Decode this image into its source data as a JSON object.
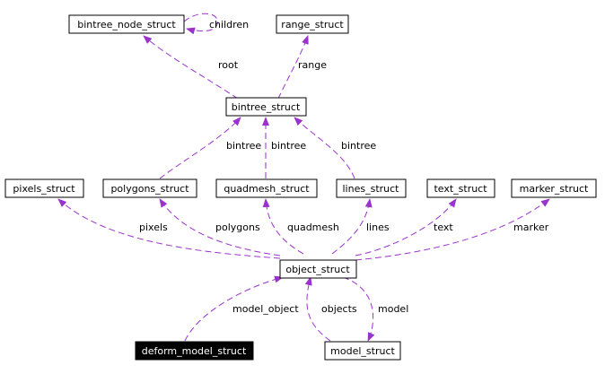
{
  "colors": {
    "edge": "#9a32cd",
    "node_border": "#000000",
    "highlight_fill": "#000000",
    "highlight_text": "#ffffff"
  },
  "nodes": {
    "bintree_node_struct": {
      "label": "bintree_node_struct"
    },
    "range_struct": {
      "label": "range_struct"
    },
    "bintree_struct": {
      "label": "bintree_struct"
    },
    "pixels_struct": {
      "label": "pixels_struct"
    },
    "polygons_struct": {
      "label": "polygons_struct"
    },
    "quadmesh_struct": {
      "label": "quadmesh_struct"
    },
    "lines_struct": {
      "label": "lines_struct"
    },
    "text_struct": {
      "label": "text_struct"
    },
    "marker_struct": {
      "label": "marker_struct"
    },
    "object_struct": {
      "label": "object_struct"
    },
    "deform_model_struct": {
      "label": "deform_model_struct"
    },
    "model_struct": {
      "label": "model_struct"
    }
  },
  "edges": {
    "children": {
      "from": "bintree_node_struct",
      "to": "bintree_node_struct",
      "label": "children"
    },
    "root": {
      "from": "bintree_struct",
      "to": "bintree_node_struct",
      "label": "root"
    },
    "range": {
      "from": "bintree_struct",
      "to": "range_struct",
      "label": "range"
    },
    "bintree_polygons": {
      "from": "polygons_struct",
      "to": "bintree_struct",
      "label": "bintree"
    },
    "bintree_quadmesh": {
      "from": "quadmesh_struct",
      "to": "bintree_struct",
      "label": "bintree"
    },
    "bintree_lines": {
      "from": "lines_struct",
      "to": "bintree_struct",
      "label": "bintree"
    },
    "pixels": {
      "from": "object_struct",
      "to": "pixels_struct",
      "label": "pixels"
    },
    "polygons": {
      "from": "object_struct",
      "to": "polygons_struct",
      "label": "polygons"
    },
    "quadmesh": {
      "from": "object_struct",
      "to": "quadmesh_struct",
      "label": "quadmesh"
    },
    "lines": {
      "from": "object_struct",
      "to": "lines_struct",
      "label": "lines"
    },
    "text": {
      "from": "object_struct",
      "to": "text_struct",
      "label": "text"
    },
    "marker": {
      "from": "object_struct",
      "to": "marker_struct",
      "label": "marker"
    },
    "model_object": {
      "from": "deform_model_struct",
      "to": "object_struct",
      "label": "model_object"
    },
    "objects": {
      "from": "model_struct",
      "to": "object_struct",
      "label": "objects"
    },
    "model": {
      "from": "object_struct",
      "to": "model_struct",
      "label": "model"
    }
  }
}
